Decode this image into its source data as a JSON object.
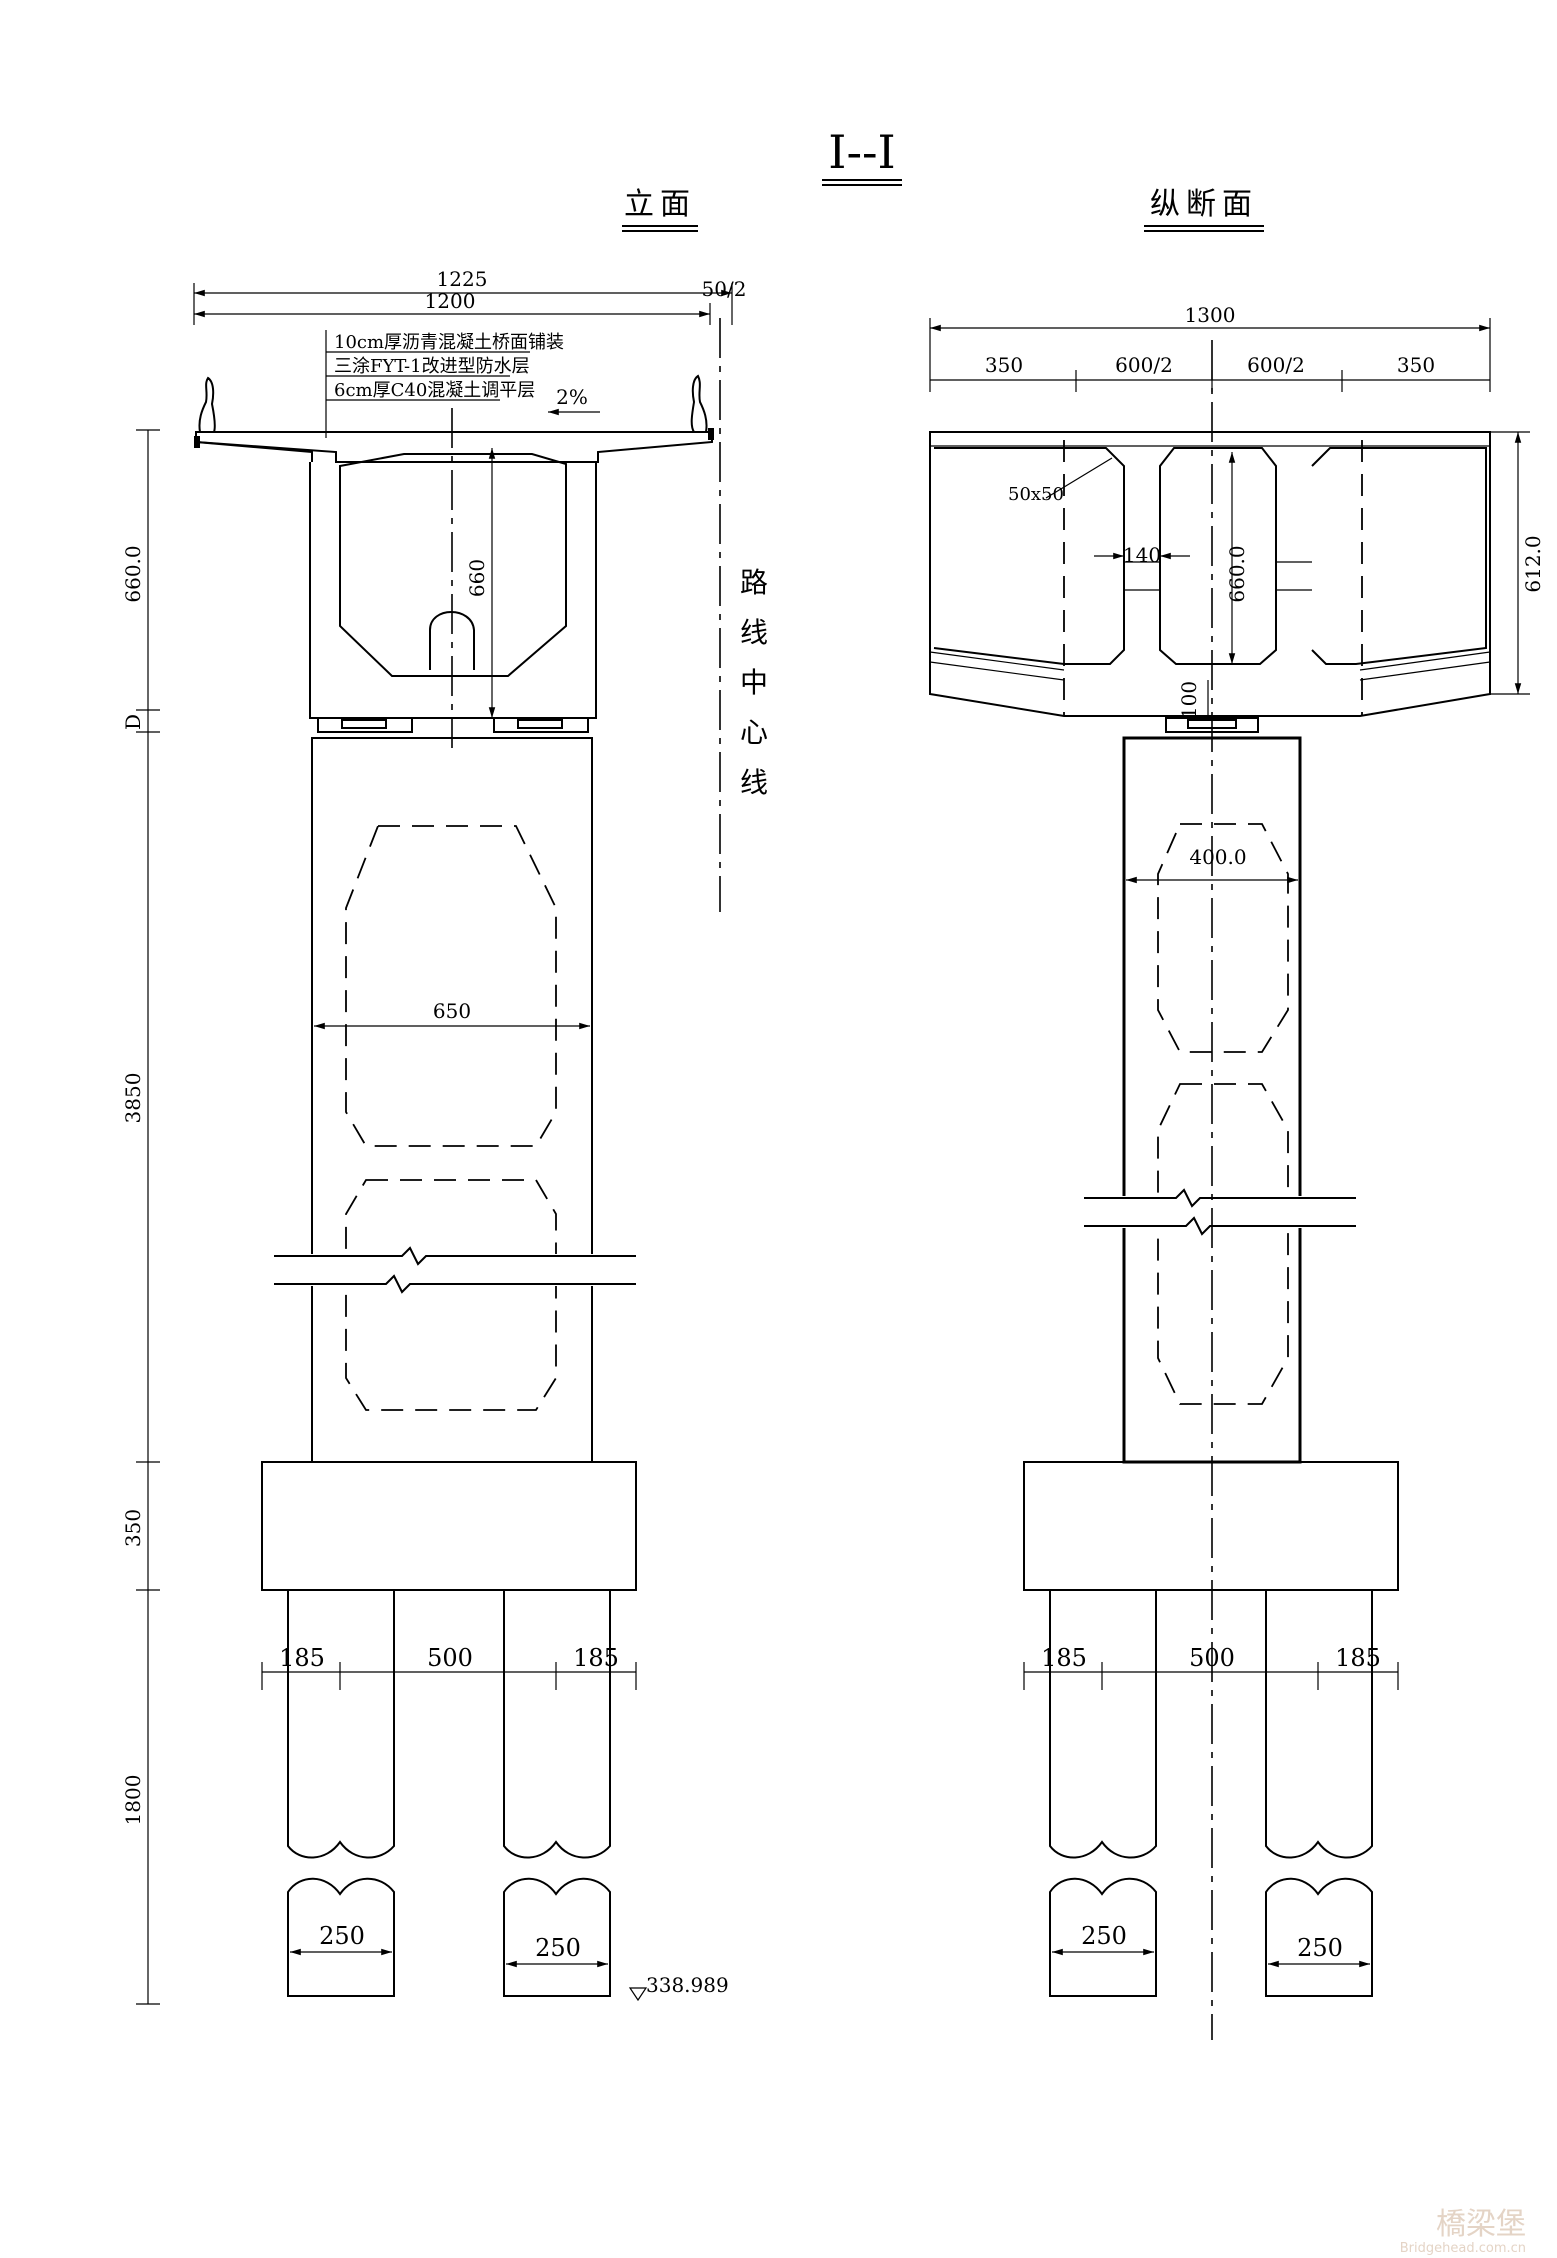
{
  "title": "I--I",
  "views": {
    "left": "立面",
    "right": "纵断面"
  },
  "centerline_label": [
    "路",
    "线",
    "中",
    "心",
    "线"
  ],
  "pavement_notes": [
    "10cm厚沥青混凝土桥面铺装",
    "三涂FYT-1改进型防水层",
    "6cm厚C40混凝土调平层"
  ],
  "left": {
    "dims_top": {
      "total": "1225",
      "deck": "1200",
      "half_gap": "50/2"
    },
    "slope": "2%",
    "cap_height_inner": "660",
    "column_width": "650",
    "pile_spacing": [
      "185",
      "500",
      "185"
    ],
    "pile_diameter": [
      "250",
      "250"
    ],
    "elevation": "338.989",
    "vertical_dims": [
      "660.0",
      "D",
      "3850",
      "350",
      "1800"
    ]
  },
  "right": {
    "dims_top": {
      "total": "1300",
      "parts": [
        "350",
        "600/2",
        "600/2",
        "350"
      ]
    },
    "chamfer": "50x50",
    "web_width": "140",
    "cap_height_inner": "660.0",
    "cap_height": "612.0",
    "bearing_height": "100",
    "column_width": "400.0",
    "pile_spacing": [
      "185",
      "500",
      "185"
    ],
    "pile_diameter": [
      "250",
      "250"
    ]
  },
  "watermark": {
    "name": "橋梁堡",
    "site": "Bridgehead.com.cn"
  }
}
